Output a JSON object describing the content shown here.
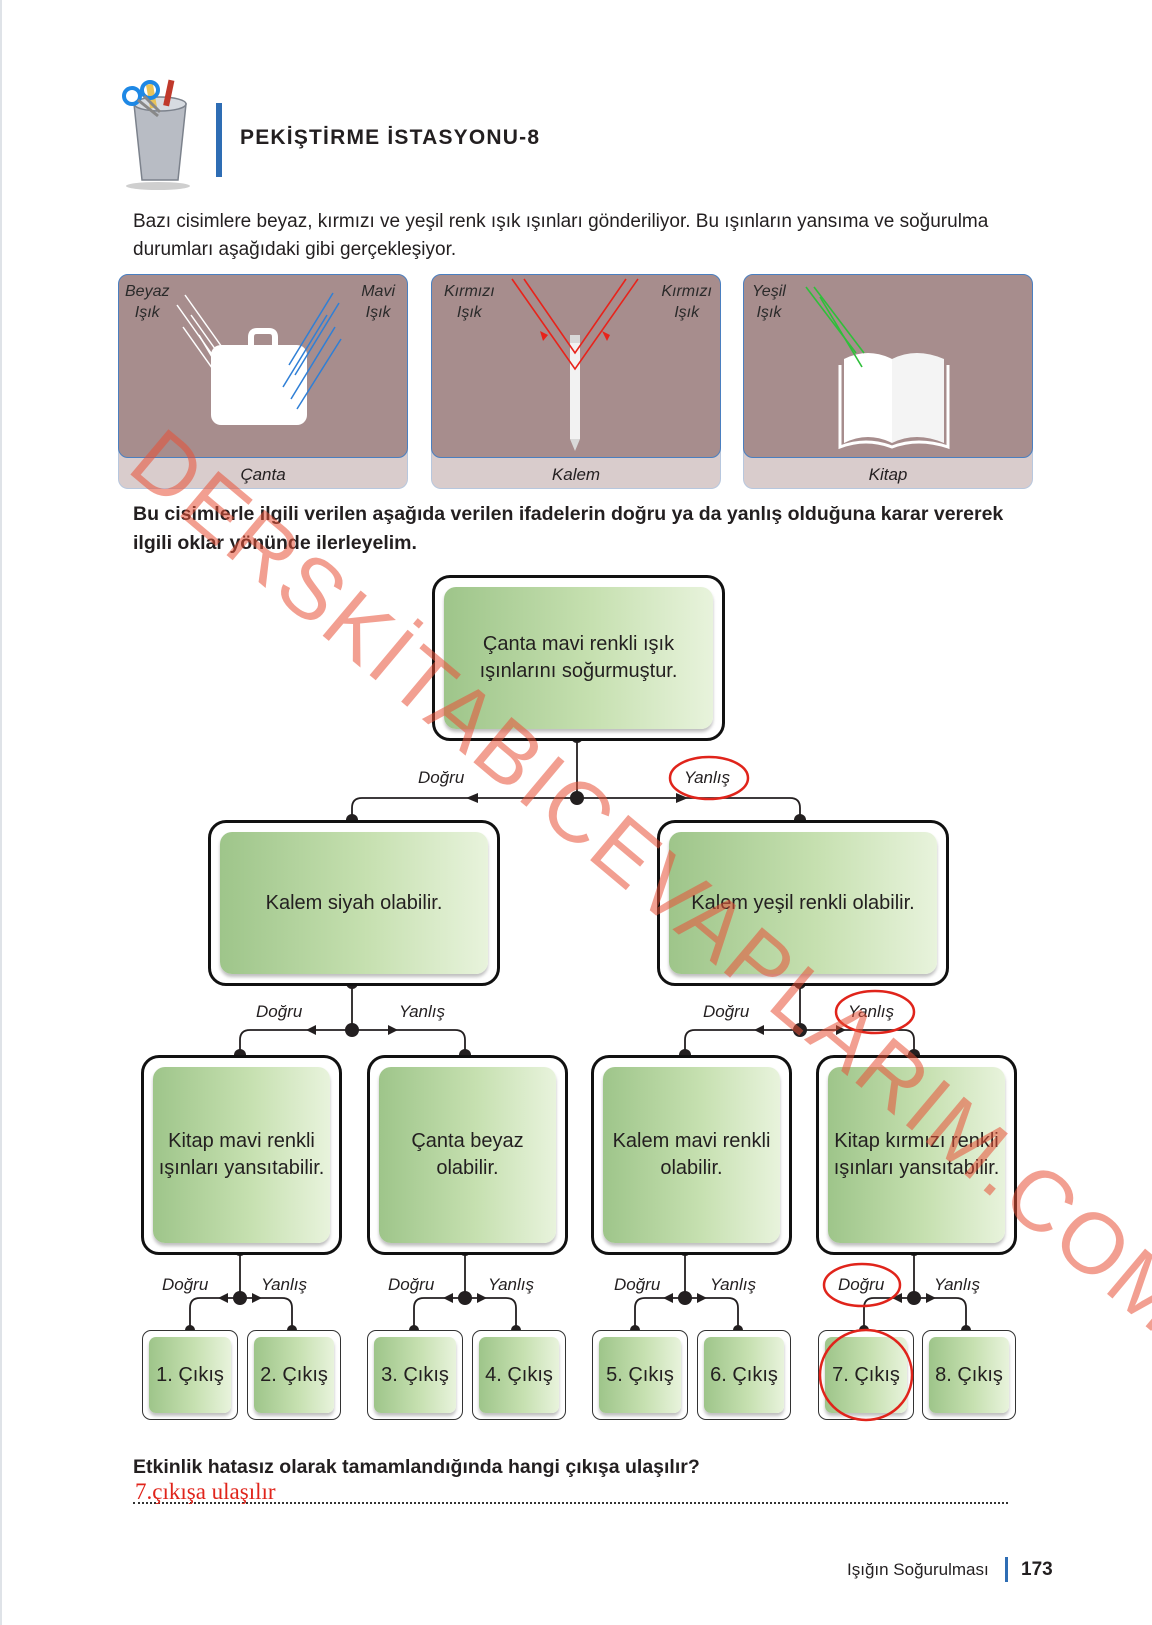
{
  "header": {
    "title": "PEKİŞTİRME İSTASYONU-8"
  },
  "intro": "Bazı cisimlere beyaz, kırmızı ve yeşil renk ışık ışınları gönderiliyor. Bu ışınların yansıma ve soğurulma durumları aşağıdaki gibi gerçekleşiyor.",
  "panels": [
    {
      "caption": "Çanta",
      "left_label_1": "Beyaz",
      "left_label_2": "Işık",
      "right_label_1": "Mavi",
      "right_label_2": "Işık"
    },
    {
      "caption": "Kalem",
      "left_label_1": "Kırmızı",
      "left_label_2": "Işık",
      "right_label_1": "Kırmızı",
      "right_label_2": "Işık"
    },
    {
      "caption": "Kitap",
      "left_label_1": "Yeşil",
      "left_label_2": "Işık"
    }
  ],
  "question": "Bu cisimlerle ilgili verilen aşağıda verilen ifadelerin doğru ya da yanlış olduğuna karar vererek ilgili oklar yönünde ilerleyelim.",
  "tree": {
    "root": "Çanta mavi renkli ışık ışınlarını soğurmuştur.",
    "level2": [
      "Kalem siyah olabilir.",
      "Kalem yeşil renkli olabilir."
    ],
    "level3": [
      "Kitap mavi renkli ışınları yansıtabilir.",
      "Çanta beyaz olabilir.",
      "Kalem mavi renkli olabilir.",
      "Kitap kırmızı renkli ışınları yansıtabilir."
    ],
    "exits": [
      "1. Çıkış",
      "2. Çıkış",
      "3. Çıkış",
      "4. Çıkış",
      "5. Çıkış",
      "6. Çıkış",
      "7. Çıkış",
      "8. Çıkış"
    ],
    "true_label": "Doğru",
    "false_label": "Yanlış"
  },
  "answer": {
    "question": "Etkinlik hatasız olarak tamamlandığında hangi çıkışa ulaşılır?",
    "text": "7.çıkışa ulaşılır"
  },
  "footer": {
    "section": "Işığın Soğurulması",
    "page": "173"
  },
  "watermark": "DERSKİTABICEVAPLARIM.COM",
  "colors": {
    "accent": "#2e6db4",
    "box_green": "#b9d9a3",
    "mark_red": "#e0241b",
    "watermark": "#e85037"
  }
}
